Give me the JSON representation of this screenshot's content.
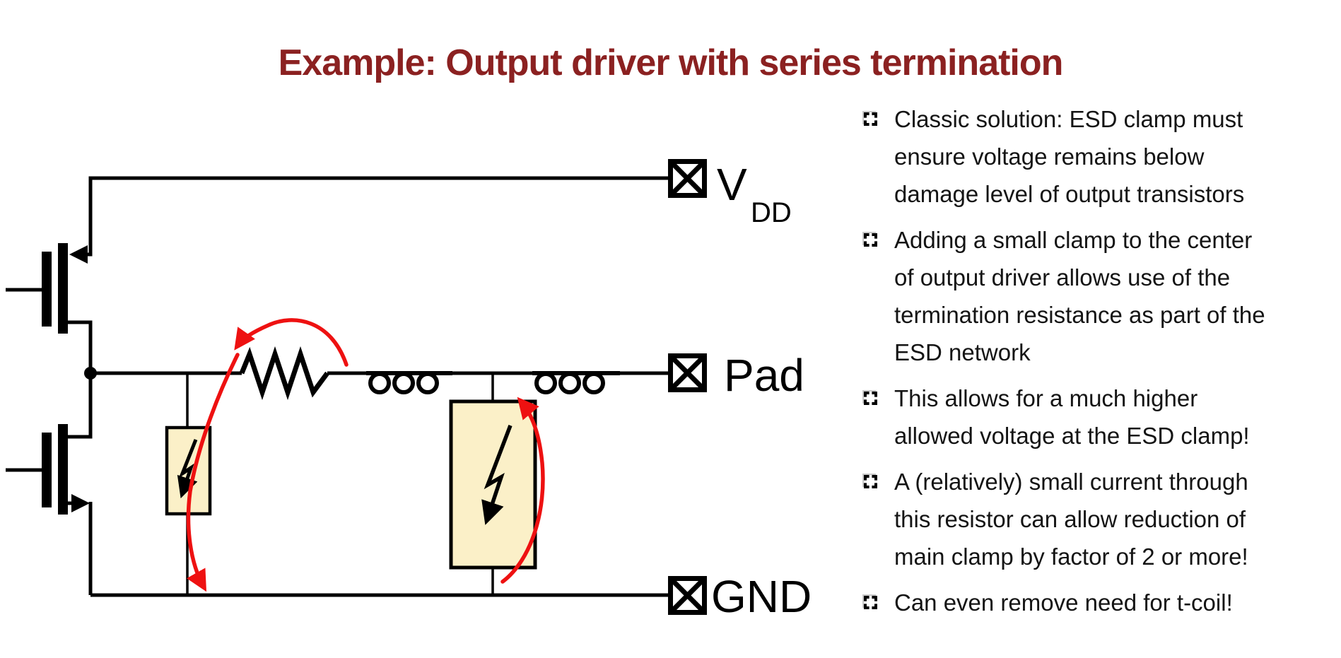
{
  "title": "Example: Output driver with series termination",
  "colors": {
    "title_accent": "#8b2121",
    "wire": "#000000",
    "clamp_fill": "#fbf0c8",
    "esd_arrow_red": "#ee1111"
  },
  "icons": {
    "bullet": "dashed-square-bullet",
    "pad_terminal": "crossed-box-pad",
    "clamp_symbol": "lightning-bolt"
  },
  "diagram": {
    "pads": {
      "vdd": {
        "label": "V",
        "subscript": "DD"
      },
      "pad": {
        "label": "Pad"
      },
      "gnd": {
        "label": "GND"
      }
    },
    "components": [
      "pmos-output-transistor",
      "nmos-output-transistor",
      "termination-resistor",
      "t-coil-inductor-left",
      "t-coil-inductor-right",
      "small-center-clamp",
      "main-esd-clamp"
    ]
  },
  "bullets": {
    "items": [
      {
        "lines": [
          "Classic solution: ESD clamp must",
          "ensure voltage remains below",
          "damage level of output transistors"
        ]
      },
      {
        "lines": [
          "Adding a small clamp to the center",
          "of output driver allows use of the",
          "termination resistance as part of the",
          "ESD network"
        ]
      },
      {
        "lines": [
          "This allows for a much higher",
          "allowed voltage at the ESD clamp!"
        ]
      },
      {
        "lines": [
          "A (relatively) small current through",
          "this resistor can allow reduction of",
          "main clamp by factor of 2 or more!"
        ]
      },
      {
        "lines": [
          "Can even remove need for t-coil!"
        ]
      }
    ]
  }
}
